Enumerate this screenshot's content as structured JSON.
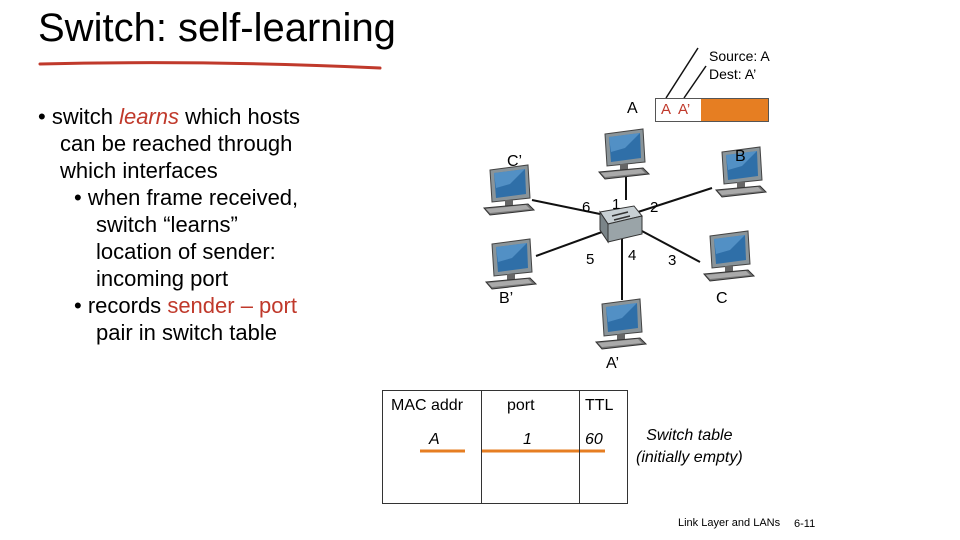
{
  "title": "Switch: self-learning",
  "bullets": {
    "b1_pre": "switch ",
    "b1_em": "learns",
    "b1_post": " which hosts",
    "b1_l2": "can be reached through",
    "b1_l3": "which interfaces",
    "s1_l1": "when frame received,",
    "s1_l2": "switch “learns”",
    "s1_l3": "location of sender:",
    "s1_l4": "incoming port",
    "s2_pre": "records ",
    "s2_red": "sender – port",
    "s2_l2": "pair in switch table"
  },
  "frame_annotation": {
    "source": "Source: A",
    "dest": "Dest: A’"
  },
  "frame": {
    "src": "A",
    "dst": "A’"
  },
  "hosts": {
    "A": "A",
    "B": "B",
    "C": "C",
    "A_prime": "A’",
    "B_prime": "B’",
    "C_prime": "C’"
  },
  "ports": [
    "1",
    "2",
    "3",
    "4",
    "5",
    "6"
  ],
  "switch_table": {
    "headers": [
      "MAC addr",
      "port",
      "TTL"
    ],
    "row": [
      "A",
      "1",
      "60"
    ],
    "caption_l1": "Switch table",
    "caption_l2": "(initially empty)"
  },
  "footer": "Link Layer and LANs",
  "page_number": "6-11",
  "colors": {
    "accent_red": "#c0392b",
    "frame_orange": "#e67e22"
  }
}
